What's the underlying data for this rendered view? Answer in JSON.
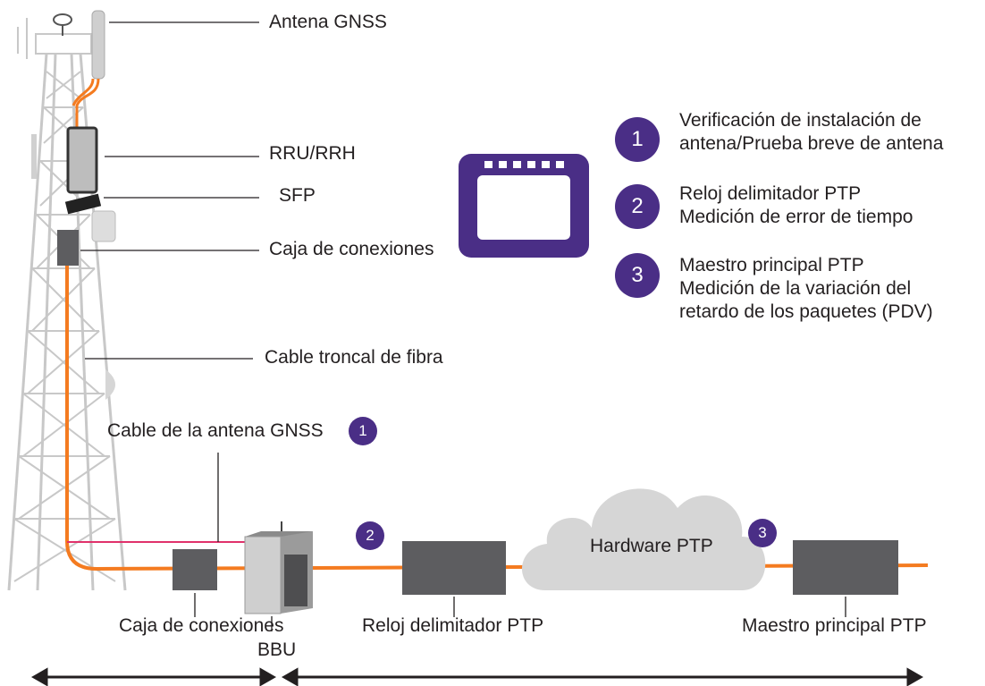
{
  "labels": {
    "gnss_antenna": "Antena GNSS",
    "rru": "RRU/RRH",
    "sfp": "SFP",
    "junction_box_top": "Caja de conexiones",
    "fiber_trunk": "Cable troncal de fibra",
    "gnss_cable": "Cable de la antena GNSS",
    "junction_box_bottom": "Caja de conexiones",
    "bbu": "BBU",
    "boundary_clock": "Reloj delimitador PTP",
    "ptp_hardware": "Hardware PTP",
    "grandmaster": "Maestro principal PTP"
  },
  "legend": [
    {
      "num": "1",
      "text": "Verificación de instalación de\nantena/Prueba breve de antena"
    },
    {
      "num": "2",
      "text": "Reloj delimitador PTP\nMedición de error de tiempo"
    },
    {
      "num": "3",
      "text": "Maestro principal PTP\nMedición de la variación del\nretardo de los paquetes (PDV)"
    }
  ],
  "markers": {
    "m1": "1",
    "m2": "2",
    "m3": "3"
  },
  "colors": {
    "accent": "#4a2e86",
    "fiber": "#f47b20",
    "box": "#5d5d60",
    "tower": "#c8c8c8",
    "cloud": "#d6d6d6",
    "gnss_cable": "#e0316b"
  }
}
